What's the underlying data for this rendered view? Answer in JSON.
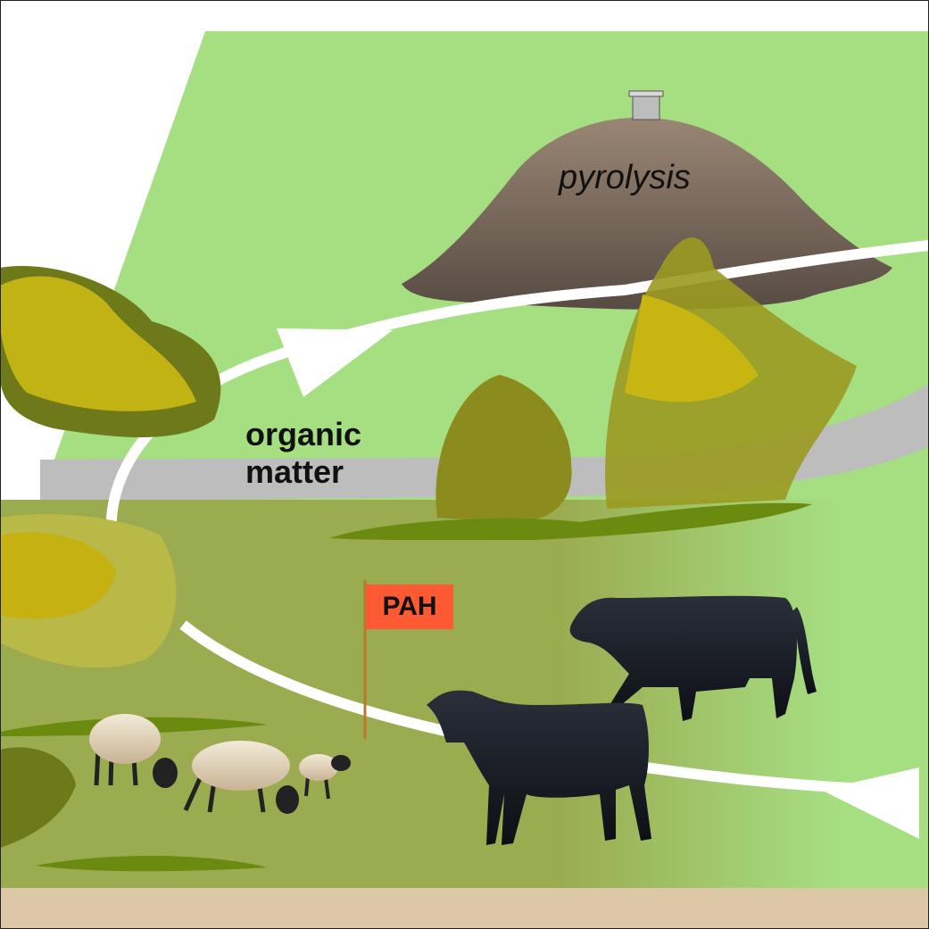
{
  "labels": {
    "pyrolysis": "pyrolysis",
    "organic_line1": "organic",
    "organic_line2": "matter",
    "flag": "PAH"
  },
  "colors": {
    "light_green": "#a6de82",
    "pasture": "#9bab50",
    "road": "#bdbdbd",
    "soil": "#dcc7a6",
    "mound_top": "#9a8674",
    "mound_bottom": "#5a4d44",
    "flag": "#fd5a34",
    "arrow": "#ffffff"
  }
}
